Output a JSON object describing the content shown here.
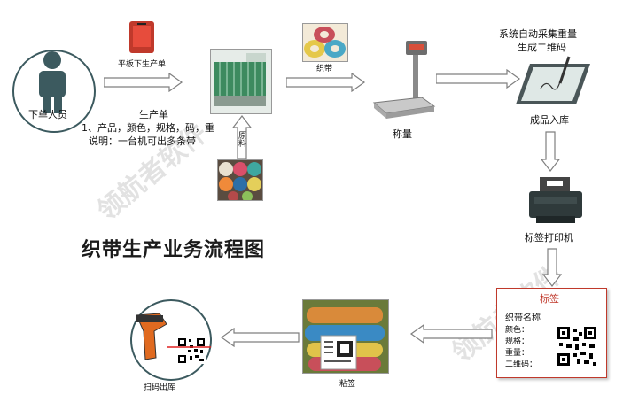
{
  "title": "织带生产业务流程图",
  "nodes": {
    "order_person": "下单人员",
    "tablet": "平板下生产单",
    "weaving": "织带",
    "weigh": "称量",
    "system": "系统自动采集重量\n生成二维码",
    "stock_in": "成品入库",
    "printer": "标签打印机",
    "stick": "粘签",
    "scan": "扫码出库",
    "material": "原料"
  },
  "order_info": [
    "生产单",
    "1、产品，颜色，规格，码，重",
    "说明：一台机可出多条带"
  ],
  "label_card": {
    "title": "标签",
    "fields": [
      "织带名称",
      "颜色：",
      "规格：",
      "重量：",
      "二维码："
    ]
  },
  "watermark": "领航者软件",
  "colors": {
    "arrow_stroke": "#7f7f7f",
    "accent": "#c0392b",
    "person": "#3c5a5f"
  }
}
